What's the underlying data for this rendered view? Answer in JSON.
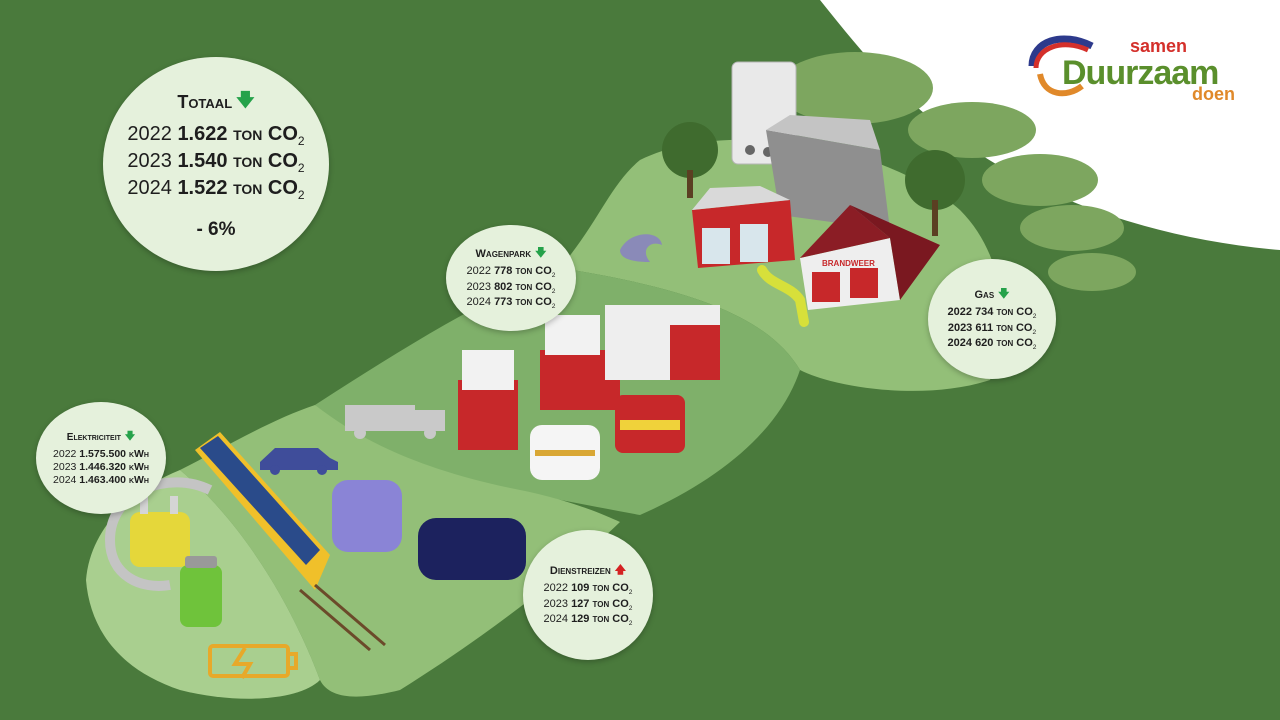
{
  "totaal": {
    "title": "Totaal",
    "rows": [
      {
        "year": "2022",
        "value": "1.622",
        "unit": "ton CO",
        "sub": "2"
      },
      {
        "year": "2023",
        "value": "1.540",
        "unit": "ton CO",
        "sub": "2"
      },
      {
        "year": "2024",
        "value": "1.522",
        "unit": "ton CO",
        "sub": "2"
      }
    ],
    "change": "- 6%"
  },
  "wagenpark": {
    "title": "Wagenpark",
    "rows": [
      {
        "year": "2022",
        "value": "778",
        "unit": "ton CO",
        "sub": "2"
      },
      {
        "year": "2023",
        "value": "802",
        "unit": "ton CO",
        "sub": "2"
      },
      {
        "year": "2024",
        "value": "773",
        "unit": "ton CO",
        "sub": "2"
      }
    ]
  },
  "gas": {
    "title": "Gas",
    "rows": [
      {
        "year": "2022",
        "value": "734",
        "unit": "ton CO",
        "sub": "2"
      },
      {
        "year": "2023",
        "value": "611",
        "unit": "ton CO",
        "sub": "2"
      },
      {
        "year": "2024",
        "value": "620",
        "unit": "ton CO",
        "sub": "2"
      }
    ]
  },
  "elektriciteit": {
    "title": "Elektriciteit",
    "rows": [
      {
        "year": "2022",
        "value": "1.575.500",
        "unit": "kWh"
      },
      {
        "year": "2023",
        "value": "1.446.320",
        "unit": "kWh"
      },
      {
        "year": "2024",
        "value": "1.463.400",
        "unit": "kWh"
      }
    ]
  },
  "dienstreizen": {
    "title": "Dienstreizen",
    "rows": [
      {
        "year": "2022",
        "value": "109",
        "unit": "ton CO",
        "sub": "2"
      },
      {
        "year": "2023",
        "value": "127",
        "unit": "ton CO",
        "sub": "2"
      },
      {
        "year": "2024",
        "value": "129",
        "unit": "ton CO",
        "sub": "2"
      }
    ]
  },
  "scene": {
    "sign_brandweer": "BRANDWEER"
  },
  "logo": {
    "samen": "samen",
    "duurzaam": "Duurzaam",
    "doen": "doen"
  },
  "colors": {
    "background": "#4a7a3c",
    "bubble": "#e5f1dc",
    "trend_down": "#25a24a",
    "trend_up": "#d42222"
  }
}
